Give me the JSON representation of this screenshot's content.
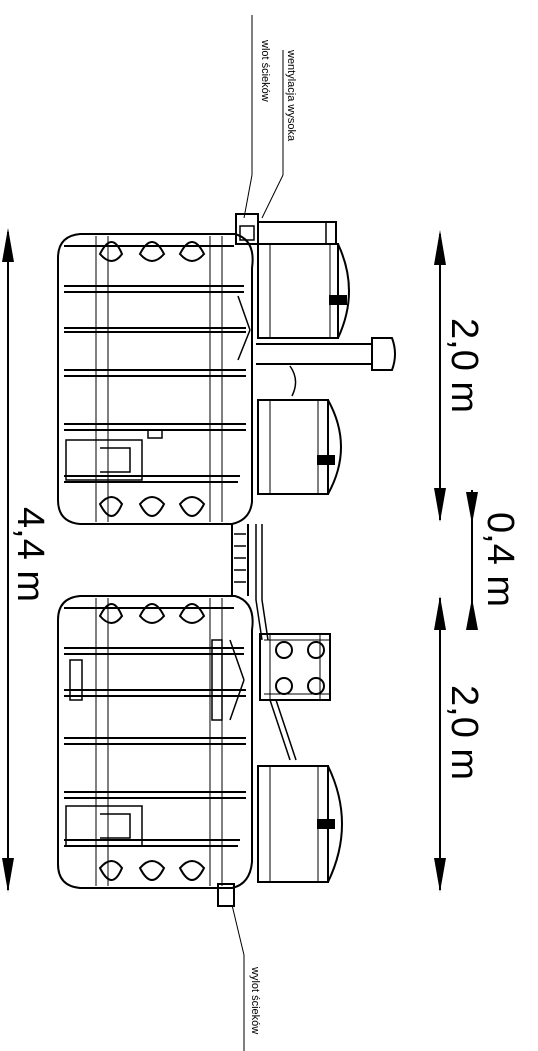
{
  "annotations": {
    "vent_high": "wentylacja wysoka",
    "inlet": "wlot ścieków",
    "outlet": "wylot ścieków"
  },
  "dimensions": {
    "total_length": "4,4 m",
    "tank_length_top": "2,0 m",
    "gap": "0,4 m",
    "tank_length_bottom": "2,0 m"
  },
  "colors": {
    "line": "#000000",
    "background": "#ffffff"
  }
}
